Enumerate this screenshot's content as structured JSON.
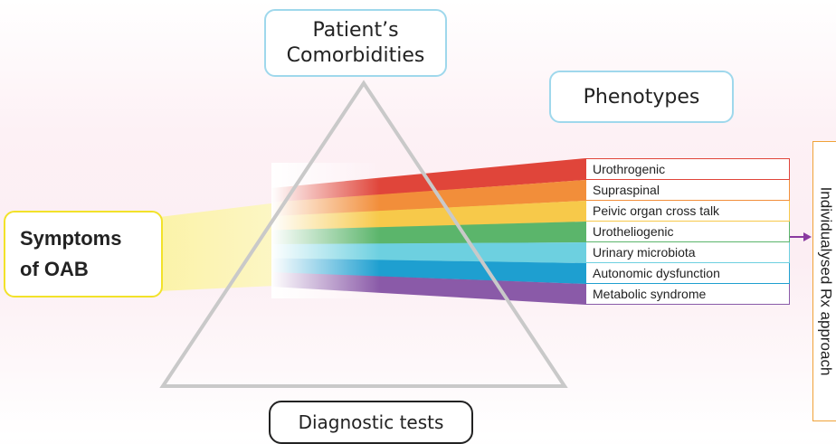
{
  "comorbidities": {
    "line1": "Patient’s",
    "line2": "Comorbidities"
  },
  "phenotypes_title": "Phenotypes",
  "symptoms": {
    "line1": "Symptoms",
    "line2": "of OAB"
  },
  "diagnostic_tests": "Diagnostic tests",
  "rx_approach": "Individualysed Rx approach",
  "phenotypes": [
    {
      "label": "Urothrogenic",
      "color": "#e0453a"
    },
    {
      "label": "Supraspinal",
      "color": "#f28e3a"
    },
    {
      "label": "Peivic organ cross talk",
      "color": "#f7c94a"
    },
    {
      "label": "Urotheliogenic",
      "color": "#5bb56b"
    },
    {
      "label": "Urinary microbiota",
      "color": "#6dd0e0"
    },
    {
      "label": "Autonomic dysfunction",
      "color": "#1e9fd0"
    },
    {
      "label": "Metabolic syndrome",
      "color": "#8a5aa8"
    }
  ],
  "colors": {
    "symptoms_border": "#f2e22a",
    "info_border": "#9fd8ec",
    "prism_stroke": "#c9c9c9",
    "rx_border": "#f0a238",
    "arrow": "#8a3aa0"
  }
}
